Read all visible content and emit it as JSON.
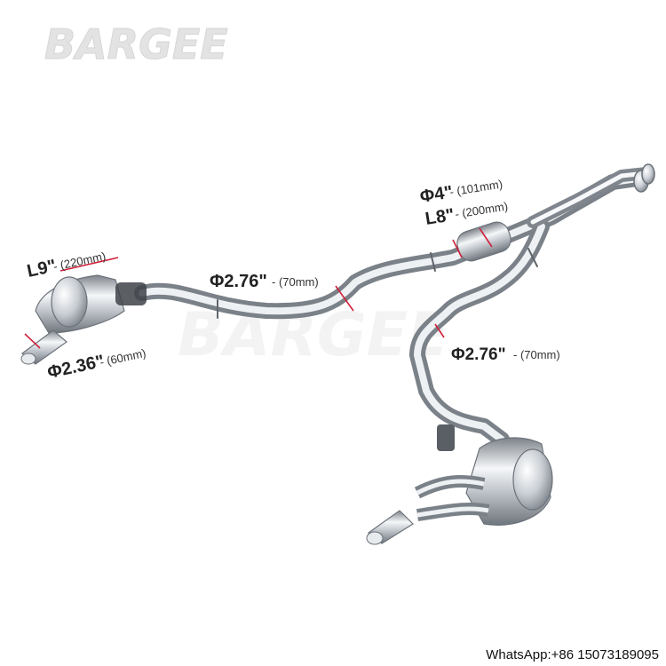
{
  "brand": {
    "logo_text": "BARGEE",
    "watermark_text": "BARGEE"
  },
  "dimensions": {
    "muffler_left_length": {
      "main": "L9\"",
      "sub": "- (220mm)"
    },
    "tip_left_diameter": {
      "main": "Φ2.36\"",
      "sub": "- (60mm)"
    },
    "mid_pipe_diameter": {
      "main": "Φ2.76\"",
      "sub": "- (70mm)"
    },
    "resonator_diameter": {
      "main": "Φ4\"",
      "sub": "- (101mm)"
    },
    "resonator_length": {
      "main": "L8\"",
      "sub": "- (200mm)"
    },
    "right_pipe_diameter": {
      "main": "Φ2.76\"",
      "sub": "- (70mm)"
    }
  },
  "footer": {
    "contact": "WhatsApp:+86 15073189095"
  },
  "colors": {
    "metal_dark": "#8a8f96",
    "metal_light": "#f4f6f8",
    "dimension_line": "#d0213a",
    "logo_gray": "#e1e1e1"
  }
}
